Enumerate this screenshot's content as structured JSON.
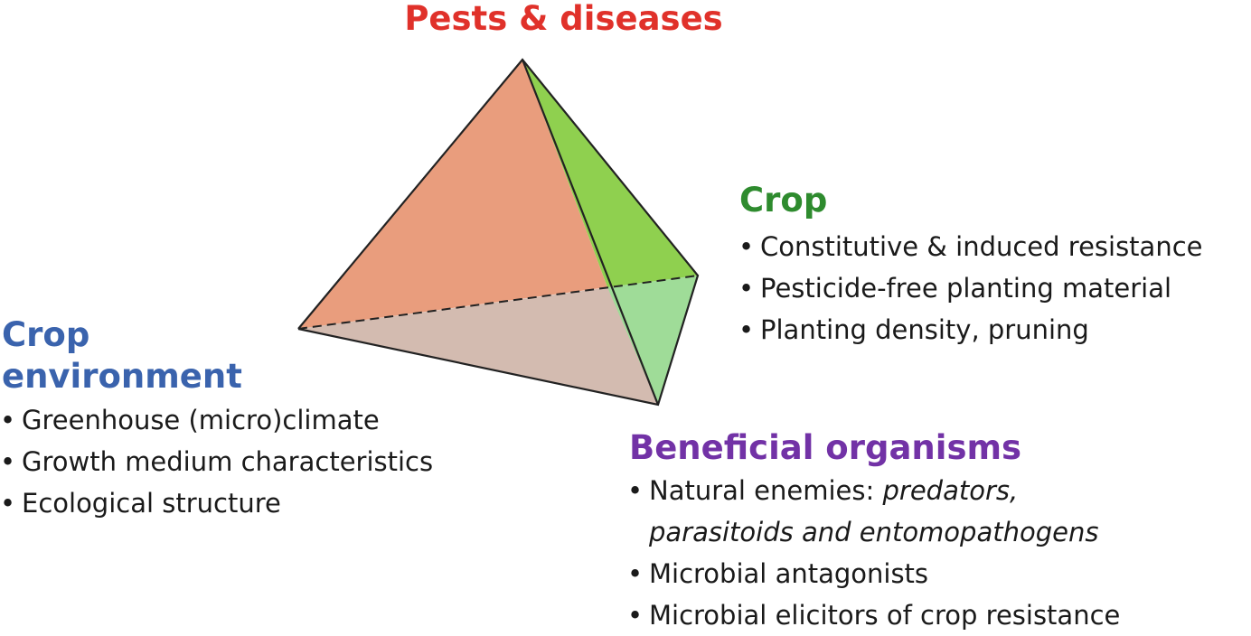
{
  "pests": {
    "title": "Pests & diseases"
  },
  "crop": {
    "title": "Crop",
    "items": [
      "Constitutive & induced resistance",
      "Pesticide-free planting material",
      "Planting density, pruning"
    ]
  },
  "environment": {
    "title_line1": "Crop",
    "title_line2": "environment",
    "items": [
      "Greenhouse (micro)climate",
      "Growth medium characteristics",
      "Ecological structure"
    ]
  },
  "beneficial": {
    "title": "Beneficial organisms",
    "item1_text": "Natural enemies: ",
    "item1_italic": "predators,",
    "item1_cont": "parasitoids and entomopathogens",
    "item2": "Microbial antagonists",
    "item3": "Microbial elicitors of crop resistance"
  },
  "colors": {
    "pests": "#e0312a",
    "crop": "#2e8b2e",
    "environment": "#3a63ad",
    "beneficial": "#7232a6",
    "face_front": "#e99d7d",
    "face_right": "#93d050",
    "face_bottom": "#d3bbb0",
    "face_right_low": "#9fdc98"
  }
}
